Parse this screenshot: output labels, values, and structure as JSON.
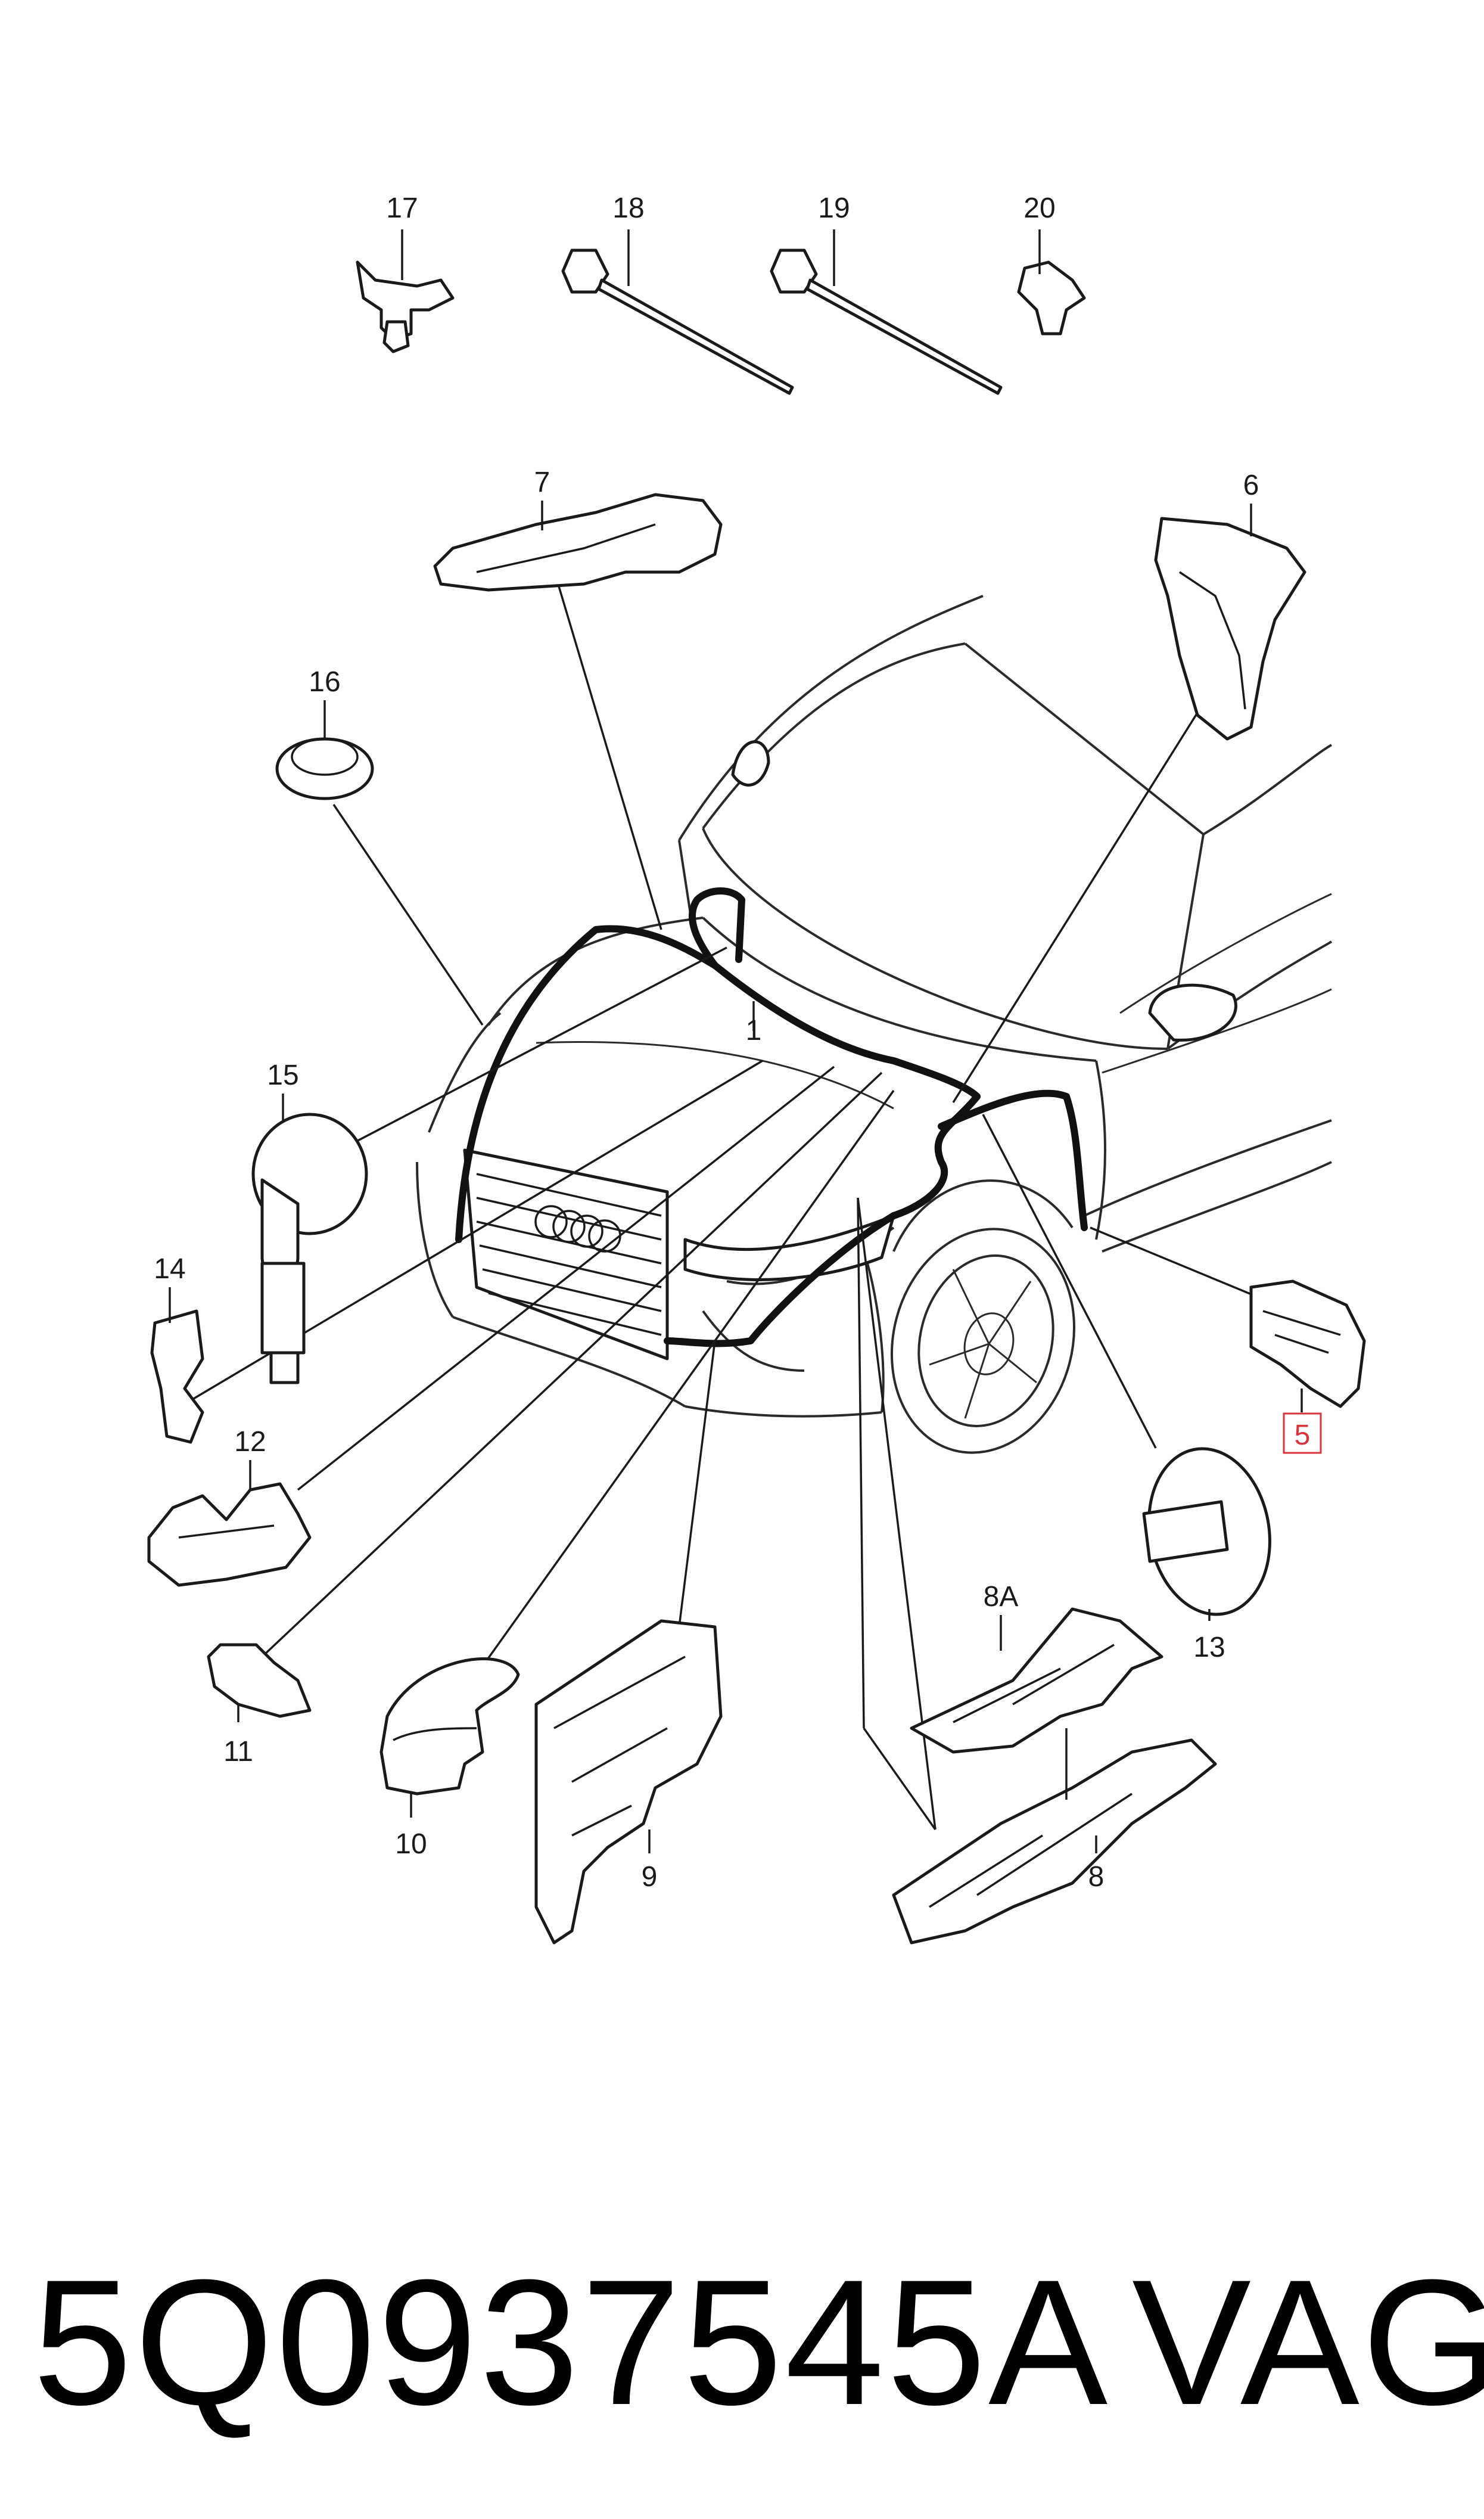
{
  "diagram": {
    "callouts": {
      "c1": "1",
      "c5": "5",
      "c6": "6",
      "c7": "7",
      "c8": "8",
      "c8a": "8A",
      "c9": "9",
      "c10": "10",
      "c11": "11",
      "c12": "12",
      "c13": "13",
      "c14": "14",
      "c15": "15",
      "c16": "16",
      "c17": "17",
      "c18": "18",
      "c19": "19",
      "c20": "20"
    },
    "highlighted_callout": "5",
    "highlight_color": "#d9343b"
  },
  "footer": {
    "part_number": "5Q0937545A",
    "brand": "VAG"
  }
}
